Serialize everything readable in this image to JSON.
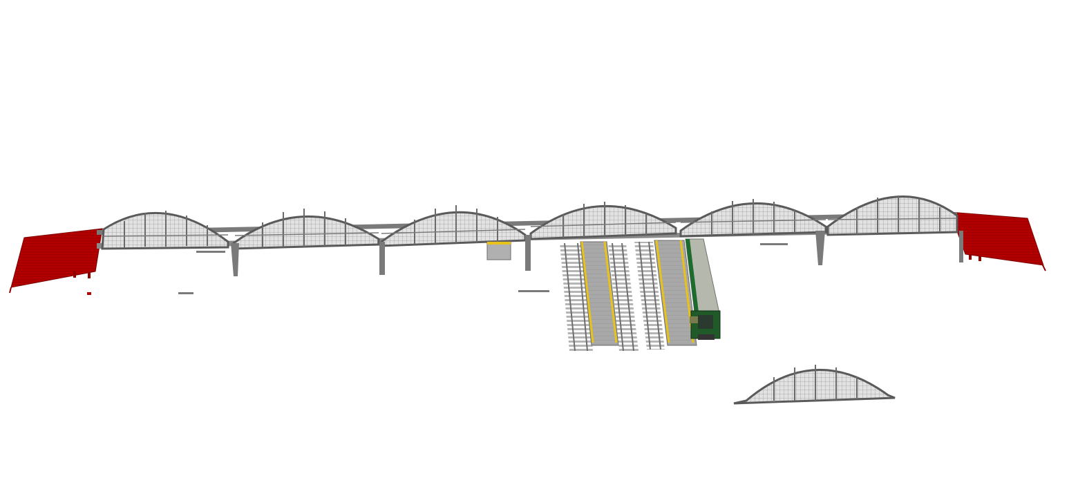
{
  "scene": {
    "colors": {
      "background": "#ffffff",
      "roof_red": "#b00000",
      "roof_red_dark": "#7e0000",
      "frame_dark": "#5f5f5f",
      "frame_mid": "#8a8a8a",
      "panel_light": "#dcdcdc",
      "panel_lighter": "#eeeeee",
      "platform": "#9a9a9a",
      "platform_edge_yellow": "#e8c21a",
      "rail": "#6d6d6d",
      "sleeper": "#b9b9b9",
      "train_body": "#b7bab0",
      "train_green": "#1e6b2e",
      "train_dark": "#2b3a2f"
    },
    "elements": {
      "left_roof": "red-canopy-left",
      "right_roof": "red-canopy-right",
      "arches": "arched-train-shed-roof",
      "bottom_arch": "detached-arch-section",
      "tracks": "railway-platforms",
      "train": "green-passenger-carriage"
    }
  }
}
